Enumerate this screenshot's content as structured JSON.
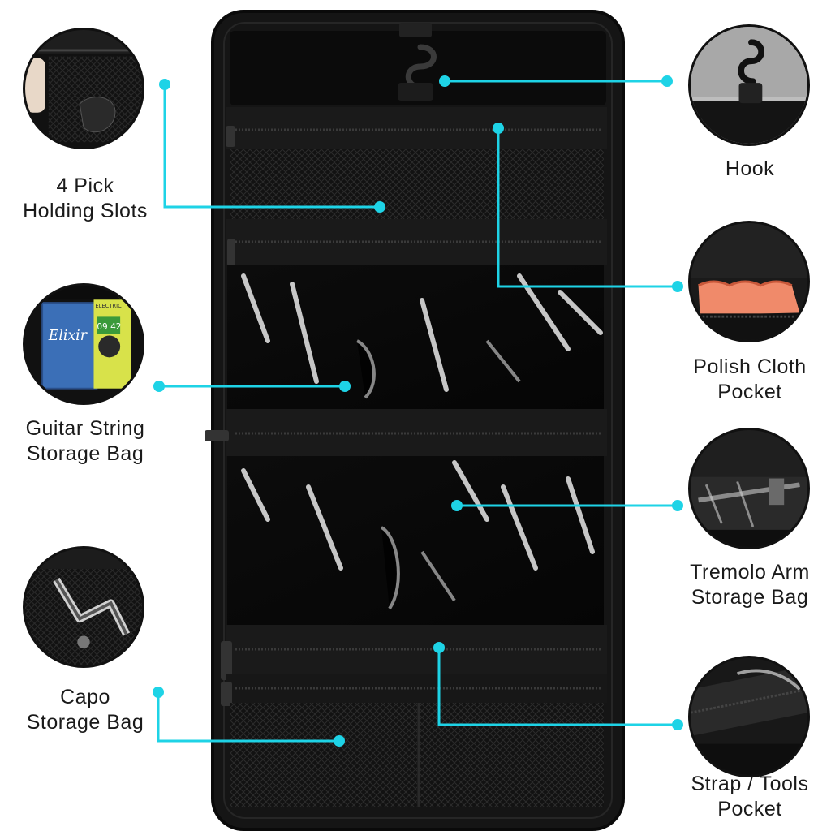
{
  "callouts": [
    {
      "id": "pick-holding-slots",
      "lines": [
        "4 Pick",
        "Holding Slots"
      ],
      "icon": "mesh-pocket-picks-icon"
    },
    {
      "id": "guitar-string-storage-bag",
      "lines": [
        "Guitar String",
        "Storage Bag"
      ],
      "icon": "string-packs-icon"
    },
    {
      "id": "capo-storage-bag",
      "lines": [
        "Capo",
        "Storage Bag"
      ],
      "icon": "capo-in-mesh-icon"
    },
    {
      "id": "hook",
      "lines": [
        "Hook"
      ],
      "icon": "hanging-hook-icon"
    },
    {
      "id": "polish-cloth-pocket",
      "lines": [
        "Polish Cloth",
        "Pocket"
      ],
      "icon": "polish-cloth-icon"
    },
    {
      "id": "tremolo-arm-storage-bag",
      "lines": [
        "Tremolo Arm",
        "Storage Bag"
      ],
      "icon": "tremolo-arm-icon"
    },
    {
      "id": "strap-tools-pocket",
      "lines": [
        "Strap / Tools",
        "Pocket"
      ],
      "icon": "strap-pocket-icon"
    }
  ],
  "string_pack": {
    "brand": "Elixir",
    "gauge": "09 42",
    "second_brand": "ELECTRIC"
  },
  "colors": {
    "accent": "#1ed3e6",
    "bag": "#141414",
    "bag_edge": "#0a0a0a",
    "mesh": "#2a2a2a",
    "text": "#1a1a1a"
  }
}
